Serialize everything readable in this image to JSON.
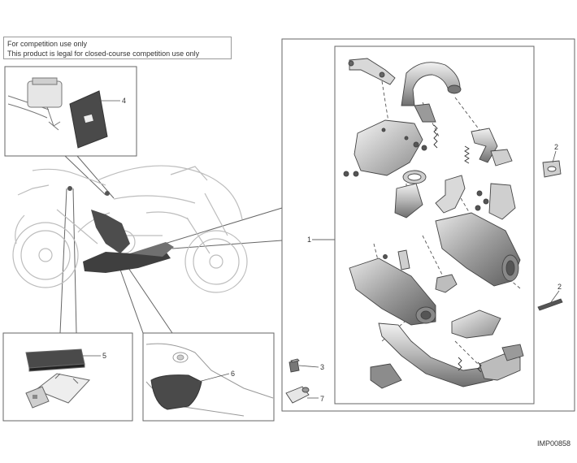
{
  "notice": {
    "line1": "For competition use only",
    "line2": "This product is legal for closed-course competition use only"
  },
  "callouts": {
    "c1": "1",
    "c2a": "2",
    "c2b": "2",
    "c3": "3",
    "c4": "4",
    "c5": "5",
    "c6": "6",
    "c7": "7"
  },
  "image_code": "IMP00858"
}
